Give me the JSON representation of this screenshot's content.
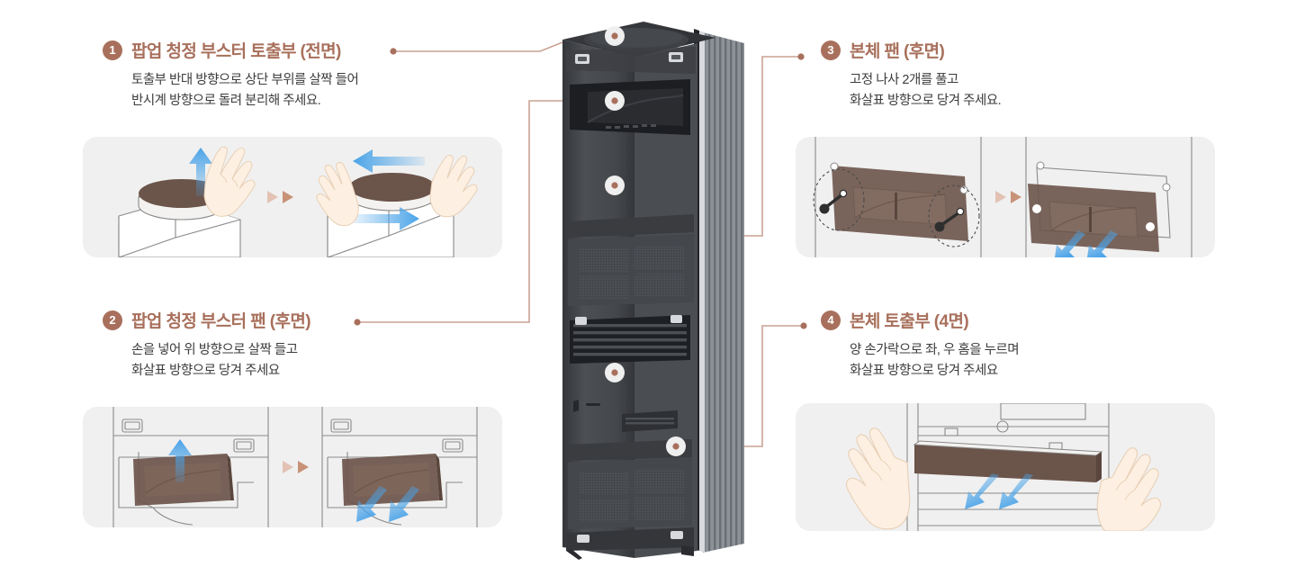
{
  "palette": {
    "accent": "#a8705c",
    "badge_bg": "#a8705c",
    "badge_text": "#ffffff",
    "title": "#a8705c",
    "body_text": "#3c3c3c",
    "panel_bg": "#f0f0f0",
    "page_bg": "#ffffff",
    "arrow_blue": "#4aa3e8",
    "part_brown": "#6b544a",
    "skin": "#fdf0e2",
    "outline": "#8a8a8a",
    "leader_line": "#c9a294",
    "product_dark": "#3e4044",
    "product_mid": "#55585d",
    "product_light": "#8d9299",
    "marker_fill": "#efefef",
    "marker_dot": "#a8705c"
  },
  "steps": [
    {
      "number": "1",
      "title": "팝업 청정 부스터 토출부 (전면)",
      "body_lines": [
        "토출부 반대 방향으로 상단 부위를 살짝 들어",
        "반시계 방향으로 돌려 분리해 주세요."
      ],
      "panel_name": "panel-popup-booster-outlet",
      "illustration": "hands-lift-and-rotate-round-cap"
    },
    {
      "number": "2",
      "title": "팝업 청정 부스터 팬 (후면)",
      "body_lines": [
        "손을 넣어 위 방향으로 살짝 들고",
        "화살표 방향으로 당겨 주세요"
      ],
      "panel_name": "panel-popup-booster-fan",
      "illustration": "lift-then-pull-fan-module"
    },
    {
      "number": "3",
      "title": "본체 팬 (후면)",
      "body_lines": [
        "고정 나사 2개를 풀고",
        "화살표 방향으로 당겨 주세요."
      ],
      "panel_name": "panel-main-body-fan",
      "illustration": "unscrew-two-screws-then-pull"
    },
    {
      "number": "4",
      "title": "본체 토출부 (4면)",
      "body_lines": [
        "양 손가락으로 좌, 우 홈을 누르며",
        "화살표 방향으로 당겨 주세요"
      ],
      "panel_name": "panel-main-body-outlet",
      "illustration": "two-hands-press-and-pull-bar"
    }
  ],
  "product": {
    "name": "air-purifier-tower-unit",
    "markers": [
      {
        "id": "marker-1",
        "step": "1",
        "label": "팝업 청정 부스터 토출부 (전면)"
      },
      {
        "id": "marker-2",
        "step": "2",
        "label": "팝업 청정 부스터 팬 (후면)"
      },
      {
        "id": "marker-3",
        "step": "3",
        "label": "본체 팬 (후면)"
      },
      {
        "id": "marker-4",
        "step": "4",
        "label": "본체 토출부 (4면)"
      }
    ]
  },
  "step_separator_glyph": "▶▶"
}
